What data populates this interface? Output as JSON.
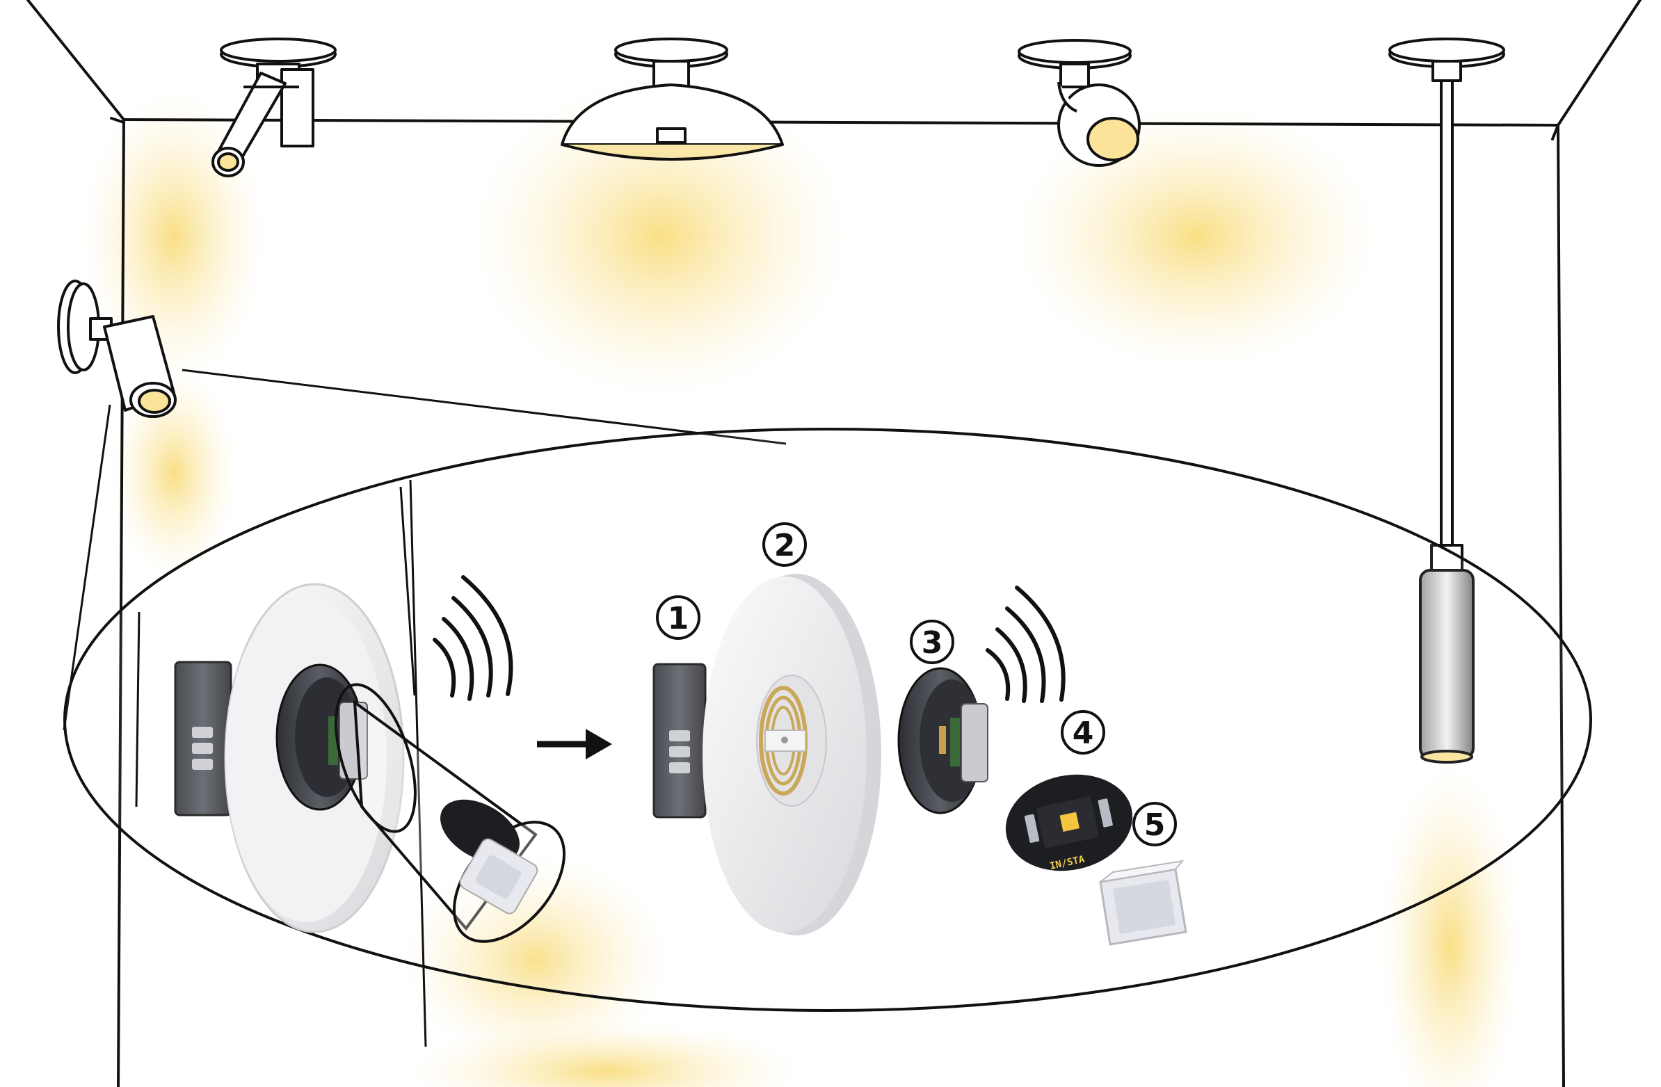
{
  "colors": {
    "ink": "#111111",
    "glow": "#f9dd7a",
    "disc": "#e9e9ec",
    "module": "#5e6066",
    "pcb": "#1c1e22",
    "coil": "#c9a85a"
  },
  "callouts": [
    {
      "number": "1"
    },
    {
      "number": "2"
    },
    {
      "number": "3"
    },
    {
      "number": "4"
    },
    {
      "number": "5"
    }
  ],
  "pcb_markings": {
    "brand": "IN/STA"
  },
  "icons": {
    "arrow": "arrow-right-icon",
    "wireless": "wireless-waves-icon"
  }
}
